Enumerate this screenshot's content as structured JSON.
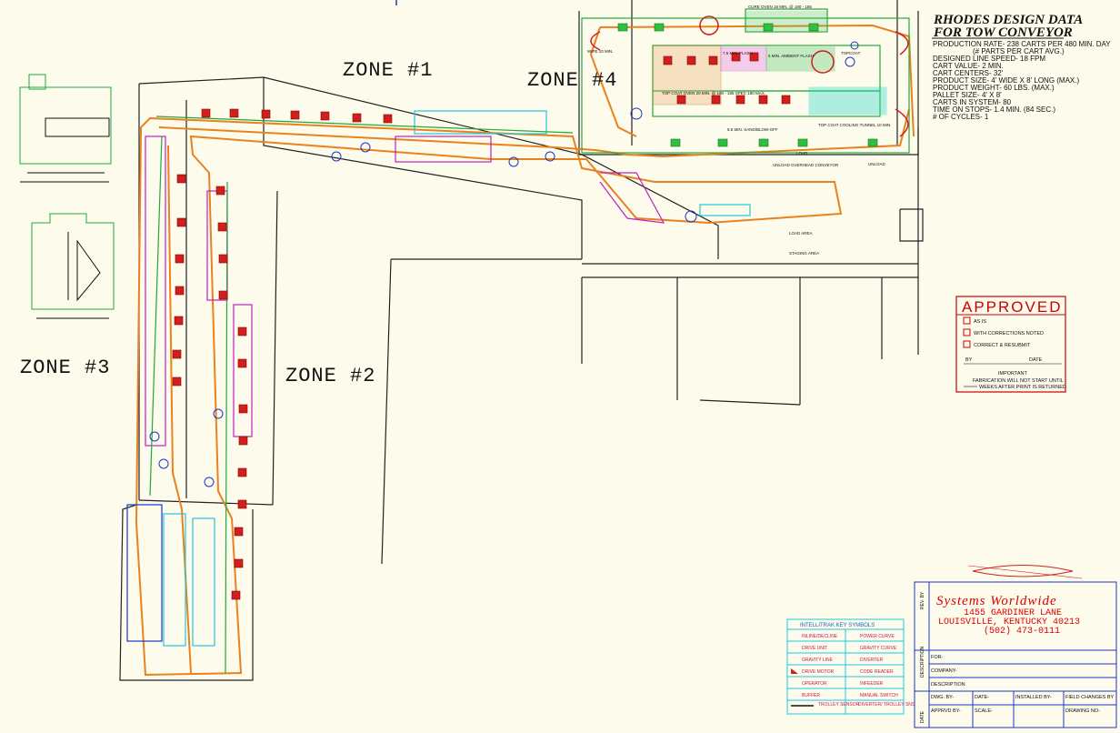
{
  "zones": {
    "zone1": "ZONE #1",
    "zone2": "ZONE #2",
    "zone3": "ZONE #3",
    "zone4": "ZONE #4"
  },
  "design_data": {
    "title_line1": "RHODES DESIGN DATA",
    "title_line2": "FOR TOW CONVEYOR",
    "lines": [
      "PRODUCTION RATE- 238 CARTS PER 480 MIN. DAY",
      "(# PARTS PER CART AVG.)",
      "DESIGNED LINE SPEED- 18 FPM",
      "CART VALUE- 2 MIN.",
      "CART CENTERS- 32'",
      "PRODUCT SIZE- 4' WIDE X 8' LONG (MAX.)",
      "PRODUCT WEIGHT- 60 LBS. (MAX.)",
      "PALLET SIZE- 4' X 8'",
      "CARTS IN SYSTEM- 80",
      "TIME ON STOPS- 1.4 MIN. (84 SEC.)",
      "# OF CYCLES- 1"
    ]
  },
  "approved": {
    "heading": "APPROVED",
    "options": [
      "AS IS",
      "WITH CORRECTIONS NOTED",
      "CORRECT & RESUBMIT"
    ],
    "by": "BY",
    "date": "DATE",
    "important": "IMPORTANT",
    "note1": "FABRICATION WILL NOT START UNTIL",
    "note2": "WEEKS AFTER PRINT IS RETURNED"
  },
  "company": {
    "name": "Systems Worldwide",
    "address1": "1455 GARDINER LANE",
    "address2": "LOUISVILLE, KENTUCKY 40213",
    "phone": "(502) 473-0111"
  },
  "title_block": {
    "for": "FOR-",
    "company": "COMPANY-",
    "description": "DESCRIPTION",
    "drwn_by": "DWG. BY-",
    "date": "DATE-",
    "installed_by": "INSTALLED BY-",
    "field_changes_by": "FIELD CHANGES BY",
    "apprvd_by": "APPRVD BY-",
    "scale": "SCALE-",
    "drawing_no": "DRAWING NO-",
    "side_rev": "REV. BY",
    "side_description": "DESCRIPTION",
    "side_date": "DATE"
  },
  "key_symbols": {
    "heading": "INTELLITRAK KEY SYMBOLS",
    "items": [
      "INLINE/DECLINE",
      "POWER CURVE",
      "DRIVE UNIT",
      "GRAVITY CURVE",
      "GRAVITY LINE",
      "DIVERTER",
      "DRIVE MOTOR",
      "CODE READER",
      "OPERATOR",
      "INFEEDER",
      "BUFFER",
      "MANUAL SWITCH",
      "TROLLEY SENSOR",
      "DIVERTER/ TROLLEY SNS"
    ]
  },
  "labels": {
    "oven_top": "CURE OVEN 18 MIN. @ 180 - 185",
    "wipe": "WIPE 10 MIN.",
    "flash1": "7.5 MIN. FLASH",
    "flash2": "5 MIN. AMBIENT FLASH",
    "topcoat": "TOPCOAT",
    "top_coat_oven": "TOP COAT OVEN 20 MIN. @ 180 - 185 SPEC 180 MAX.",
    "cooling": "TOP COAT COOLING TUNNEL 10 MIN.",
    "sand": "8.5 MIN. SAND/BLOW-OFF",
    "load": "LOAD",
    "unload": "UNLOAD",
    "unload_ovh": "UNLOAD OVERHEAD CONVEYOR",
    "staging": "STAGING AREA",
    "load_area": "LOAD AREA"
  },
  "colors": {
    "background": "#fdfbec",
    "track_orange": "#e8821e",
    "accent_red": "#d0201e",
    "green": "#22a83a",
    "magenta": "#c020c0",
    "cyan": "#20c8d8",
    "blue": "#1a36c8"
  }
}
